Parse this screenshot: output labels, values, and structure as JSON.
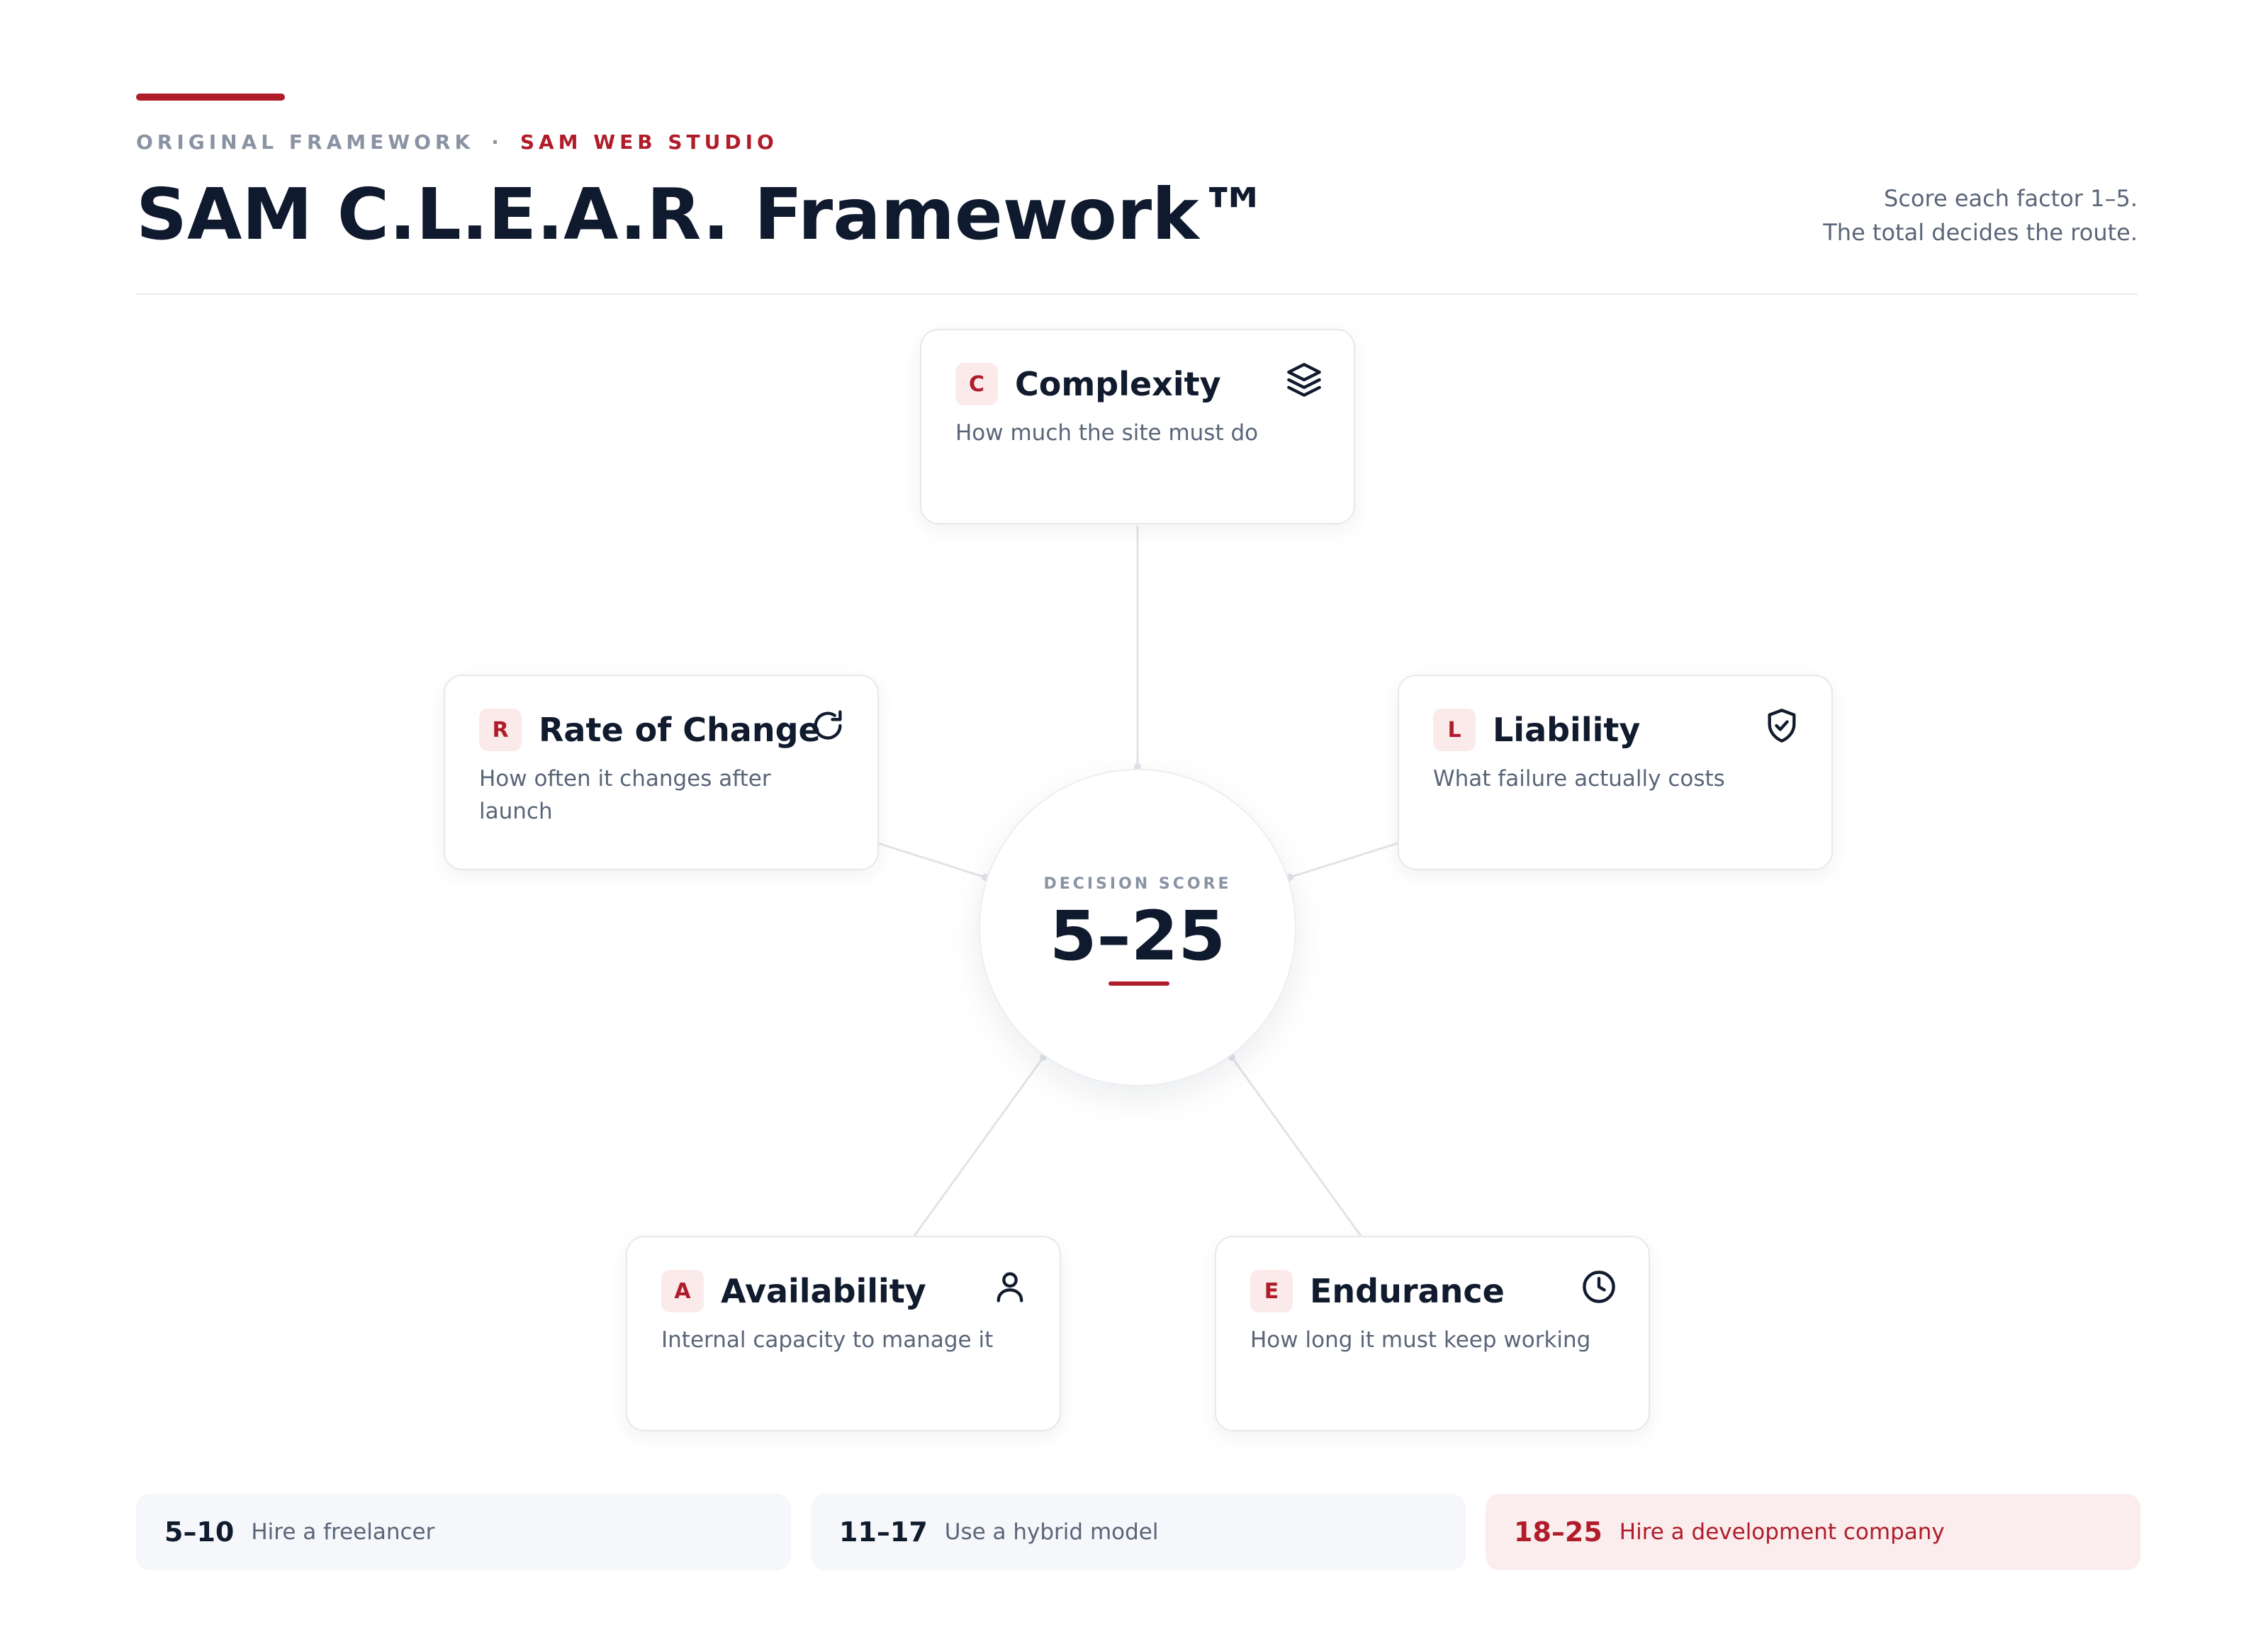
{
  "header": {
    "eyebrow_left": "ORIGINAL FRAMEWORK",
    "eyebrow_separator": "·",
    "eyebrow_brand": "SAM WEB STUDIO",
    "title": "SAM C.L.E.A.R. Framework™",
    "intro_line1": "Score each factor 1–5.",
    "intro_line2": "The total decides the route."
  },
  "hub": {
    "label": "DECISION SCORE",
    "value": "5–25"
  },
  "factors": [
    {
      "letter": "C",
      "title": "Complexity",
      "description": "How much the site must do",
      "icon": "layers-icon"
    },
    {
      "letter": "L",
      "title": "Liability",
      "description": "What failure actually costs",
      "icon": "shield-check-icon"
    },
    {
      "letter": "E",
      "title": "Endurance",
      "description": "How long it must keep working",
      "icon": "clock-icon"
    },
    {
      "letter": "A",
      "title": "Availability",
      "description": "Internal capacity to manage it",
      "icon": "person-icon"
    },
    {
      "letter": "R",
      "title": "Rate of Change",
      "description": "How often it changes after launch",
      "icon": "refresh-icon"
    }
  ],
  "outcomes": [
    {
      "range": "5–10",
      "route": "Hire a freelancer"
    },
    {
      "range": "11–17",
      "route": "Use a hybrid model"
    },
    {
      "range": "18–25",
      "route": "Hire a development company",
      "highlighted": true
    }
  ],
  "colors": {
    "accent": "#b01c2a",
    "ink": "#0f1a2e",
    "muted": "#5a6578",
    "badge_bg": "#fbeaea",
    "card_border": "#e6e8ec",
    "outcome_bg": "#f5f7fa",
    "outcome_highlight_bg": "#fbeced"
  }
}
